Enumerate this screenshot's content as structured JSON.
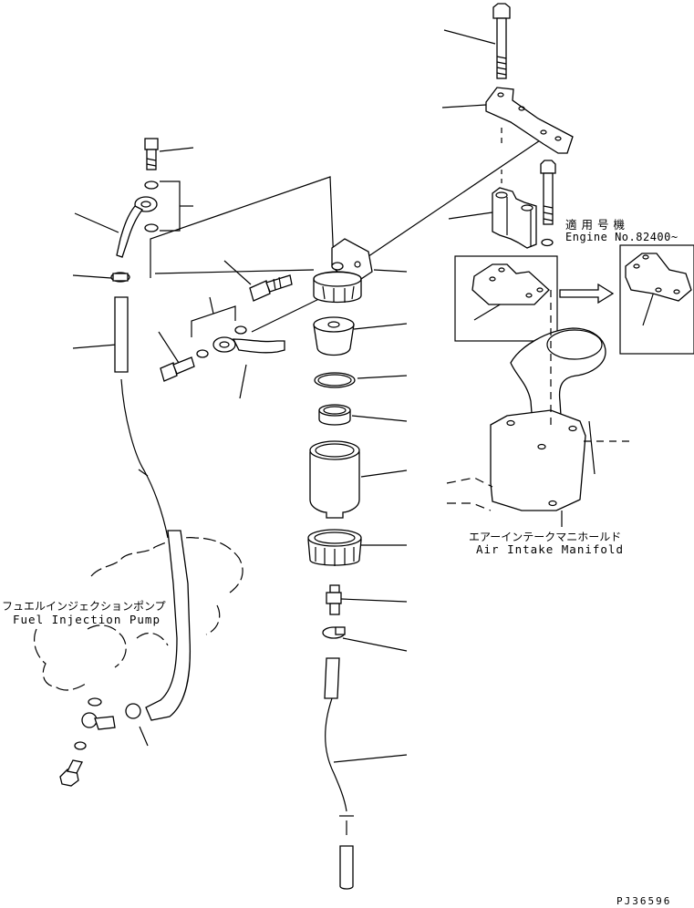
{
  "labels": {
    "applicable_jp": "適用号機",
    "engine_serial": "Engine No.82400~",
    "air_intake_jp": "エアーインテークマニホールド",
    "air_intake_en": "Air Intake Manifold",
    "fuel_pump_jp": "フュエルインジェクションポンプ",
    "fuel_pump_en": "Fuel Injection Pump",
    "drawing_no": "PJ36596"
  }
}
